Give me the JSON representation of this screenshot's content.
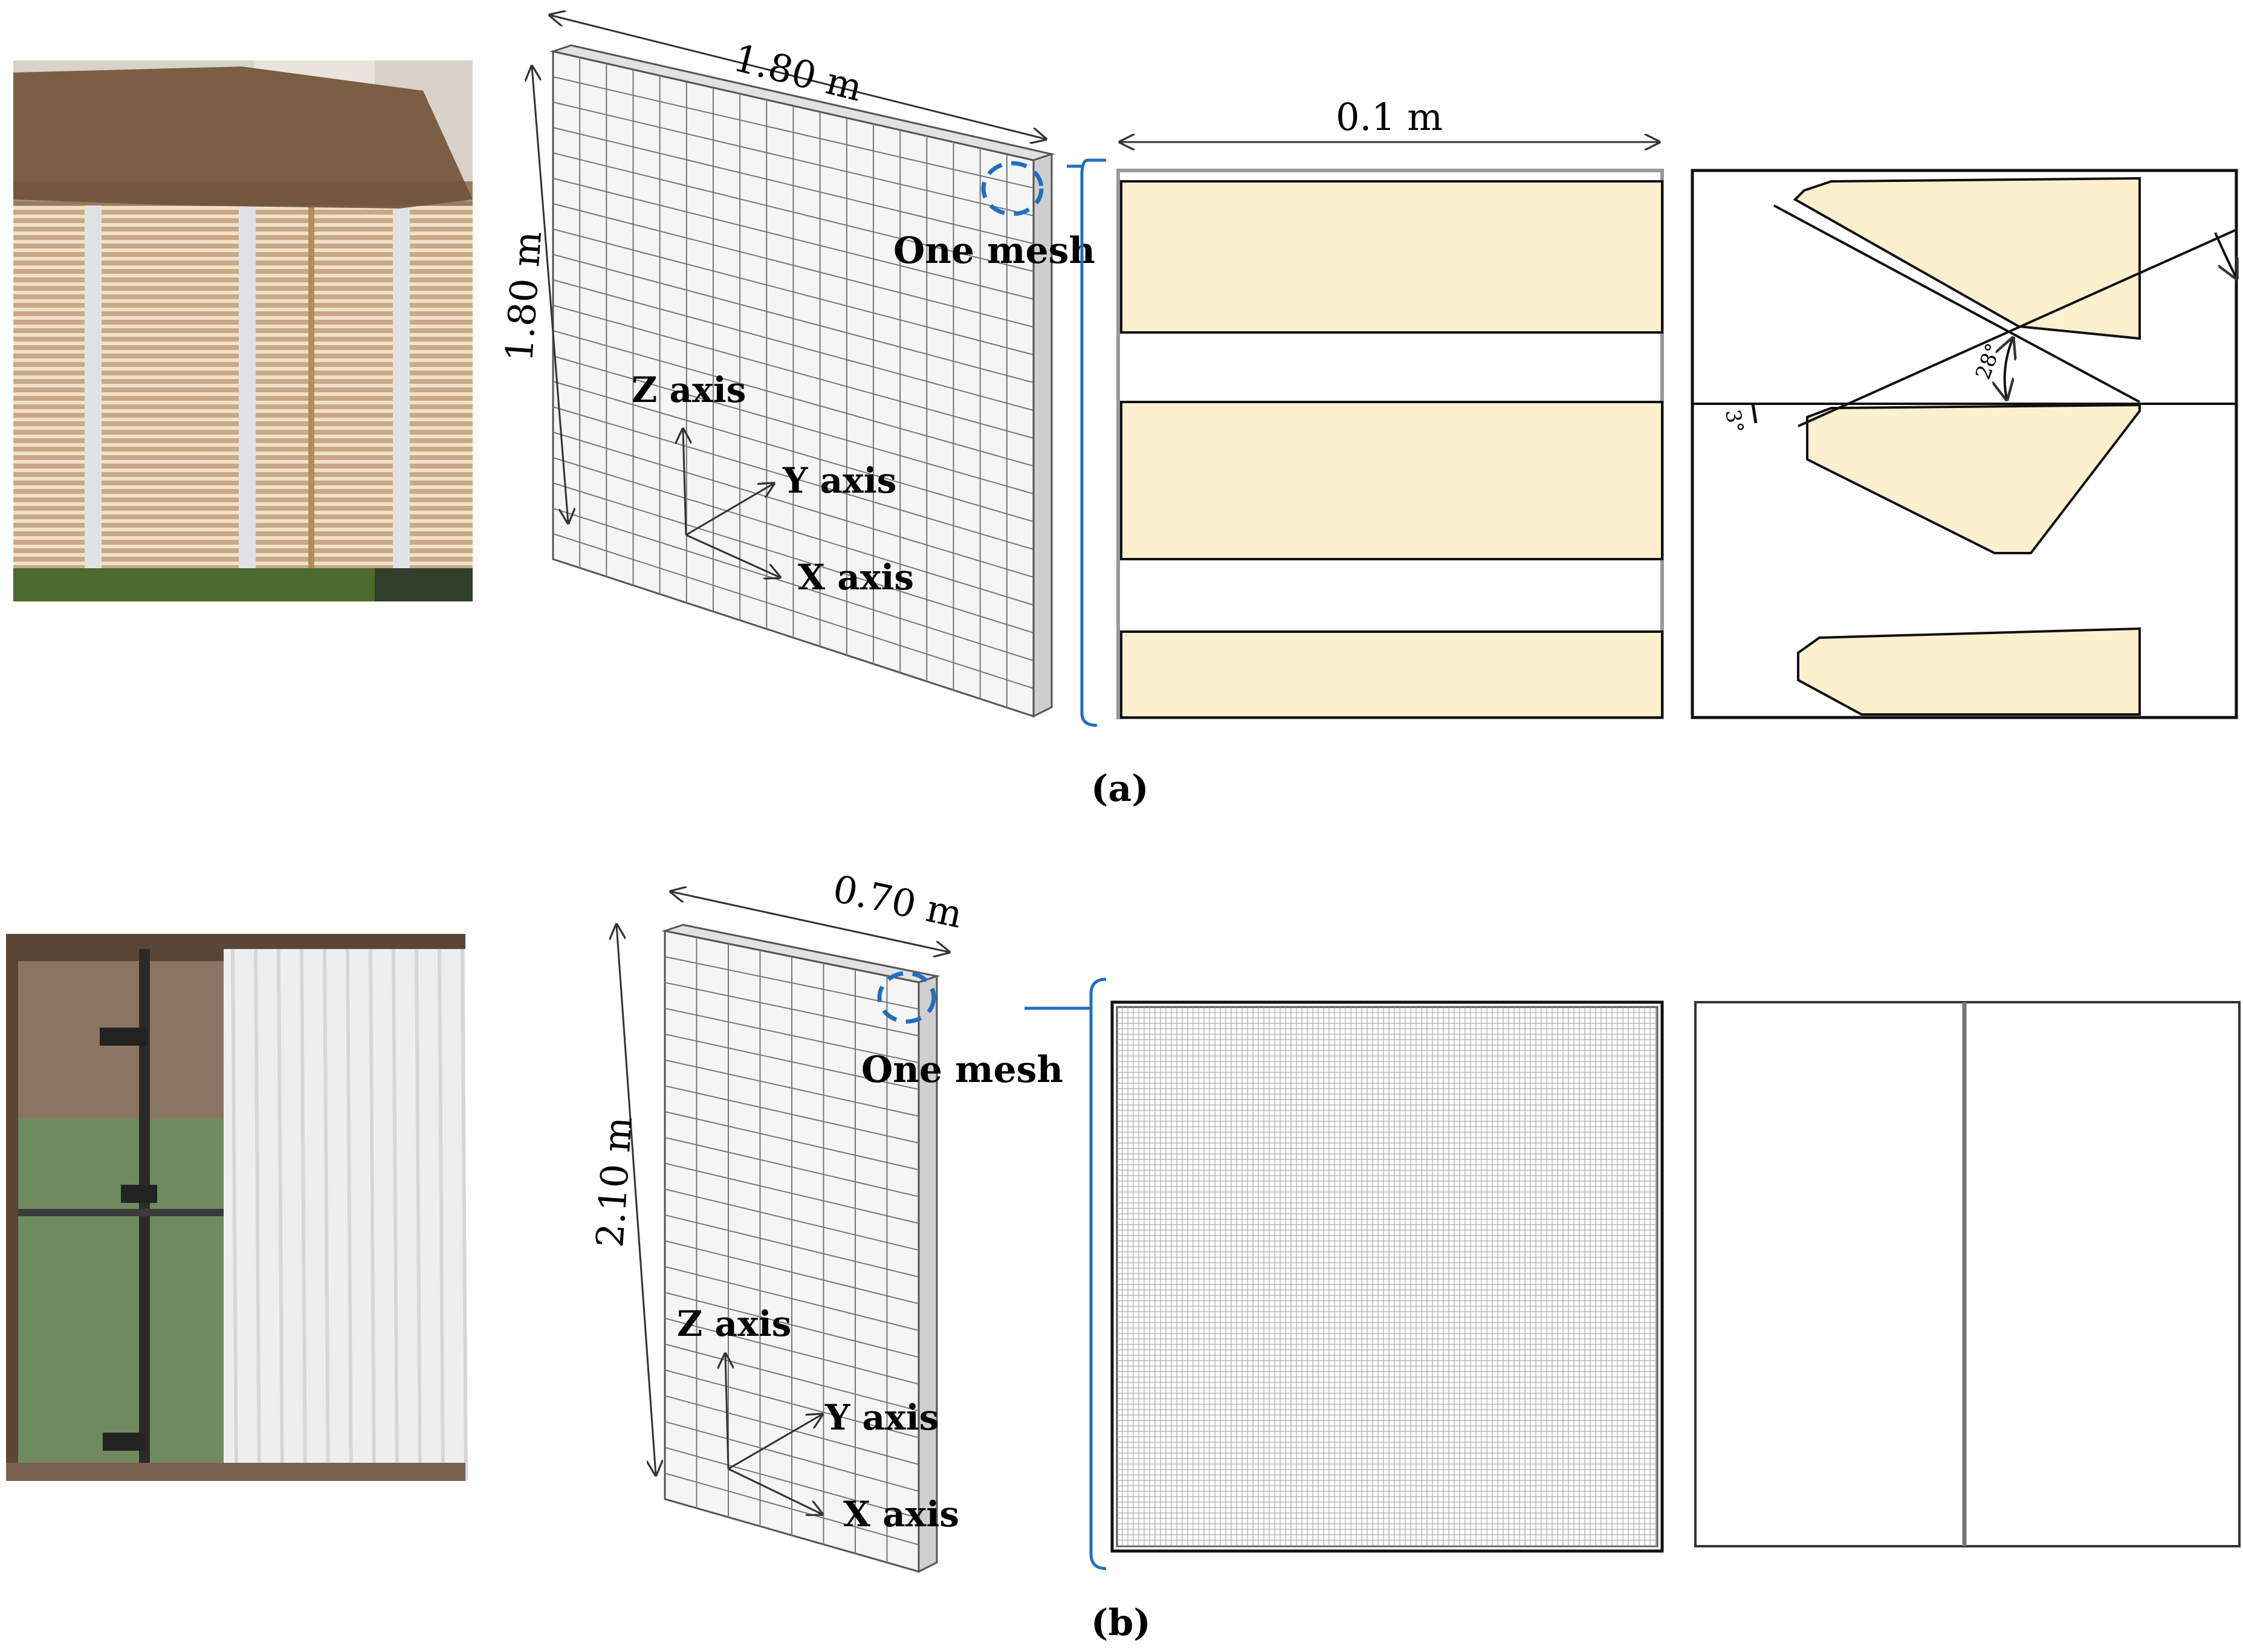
{
  "panel_a": {
    "width_dim": "1.80 m",
    "height_dim": "1.80 m",
    "mesh_label": "One mesh",
    "z_axis": "Z axis",
    "y_axis": "Y axis",
    "x_axis": "X axis",
    "detail_width_dim": "0.1 m",
    "angle_28": "28°",
    "angle_3": "3°",
    "caption": "(a)"
  },
  "panel_b": {
    "width_dim": "0.70 m",
    "height_dim": "2.10 m",
    "mesh_label": "One mesh",
    "z_axis": "Z axis",
    "y_axis": "Y axis",
    "x_axis": "X axis",
    "caption": "(b)"
  },
  "colors": {
    "slat_fill": "#fdf0cf",
    "bracket_blue": "#1f6fc0",
    "panel_face": "#f7f7f7",
    "grid_line": "#777777"
  }
}
